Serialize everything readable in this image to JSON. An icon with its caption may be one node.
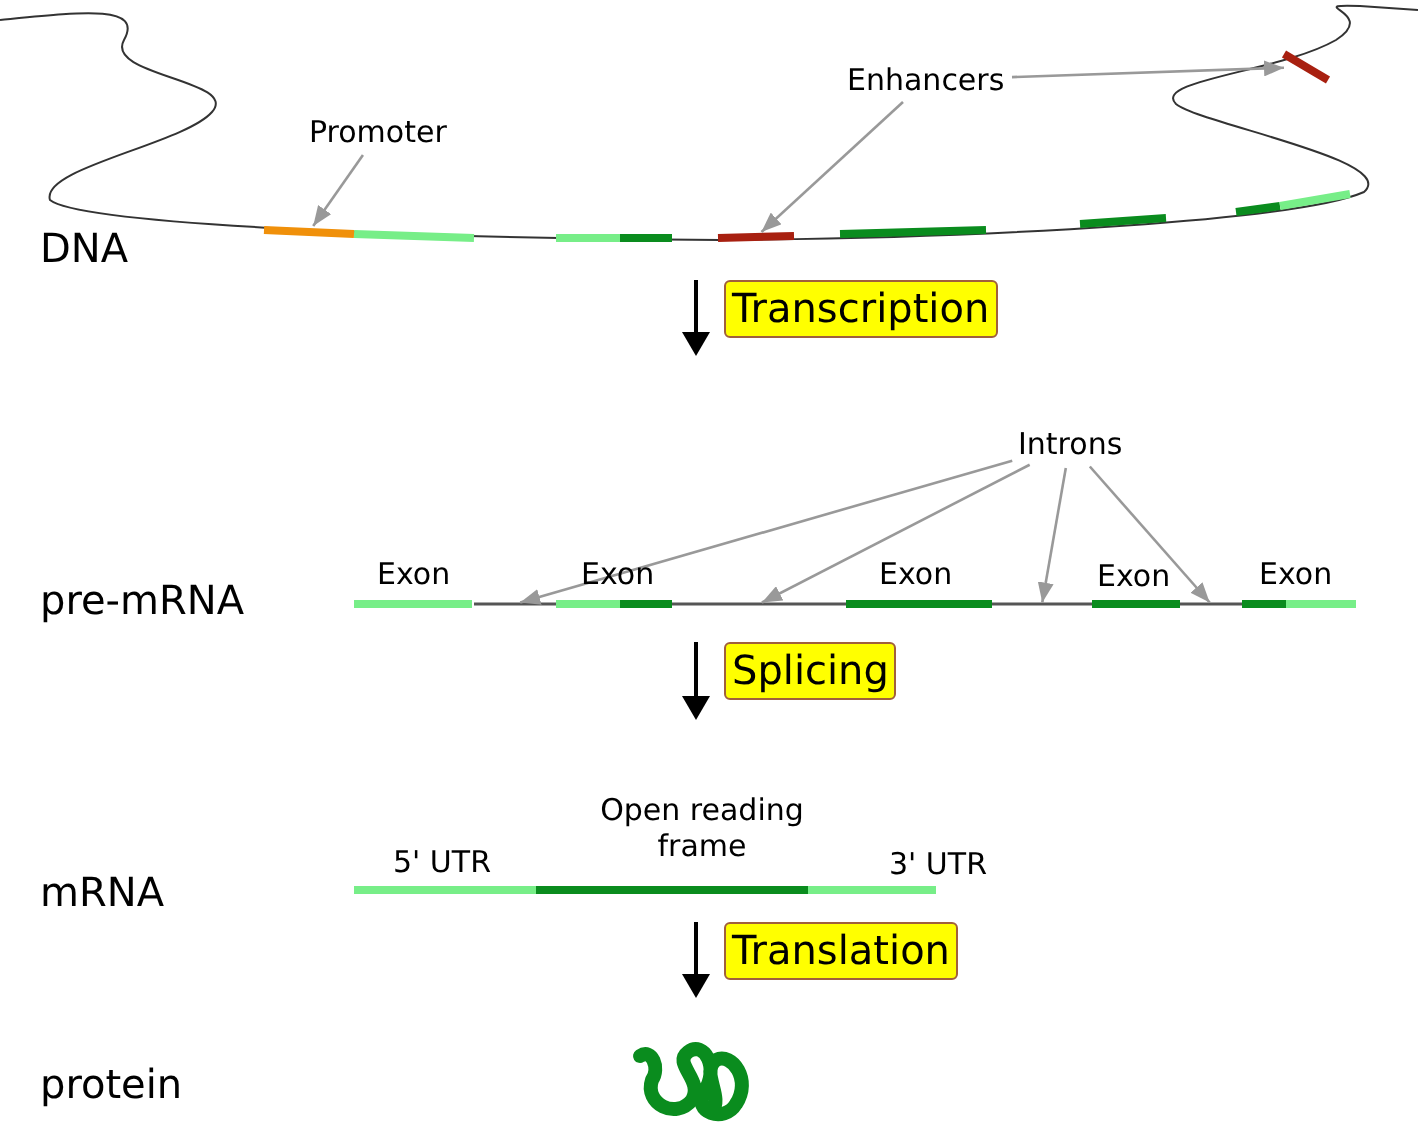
{
  "diagram": {
    "nodes": [
      {
        "text": [
          "Enhancers"
        ]
      },
      {
        "text": [],
        "shape": "bar"
      },
      {
        "text": [
          "Promoter"
        ]
      },
      {
        "text": [],
        "shape": "bar"
      },
      {
        "text": [],
        "shape": "bar"
      },
      {
        "text": [
          "Transcription"
        ]
      },
      {
        "text": [
          "Introns"
        ]
      },
      {
        "text": [],
        "shape": "bar"
      },
      {
        "text": [],
        "shape": "bar"
      },
      {
        "text": [],
        "shape": "bar"
      },
      {
        "text": [],
        "shape": "bar"
      },
      {
        "text": [
          "Splicing"
        ]
      },
      {
        "text": [
          "Translation"
        ]
      }
    ],
    "edges": [
      {
        "from": 0,
        "to": 1,
        "arrow": "to"
      },
      {
        "from": 0,
        "to": 4,
        "arrow": "to"
      },
      {
        "from": 2,
        "to": 3,
        "arrow": "to"
      },
      {
        "from": 6,
        "to": 7,
        "arrow": "to"
      },
      {
        "from": 6,
        "to": 8,
        "arrow": "to"
      },
      {
        "from": 6,
        "to": 9,
        "arrow": "to"
      },
      {
        "from": 6,
        "to": 10,
        "arrow": "to"
      }
    ],
    "labels": [
      "DNA",
      "Exon",
      "Exon",
      "Exon",
      "Exon",
      "Exon",
      "pre-mRNA",
      "Open reading frame",
      "5' UTR",
      "3' UTR",
      "mRNA",
      "protein"
    ]
  }
}
